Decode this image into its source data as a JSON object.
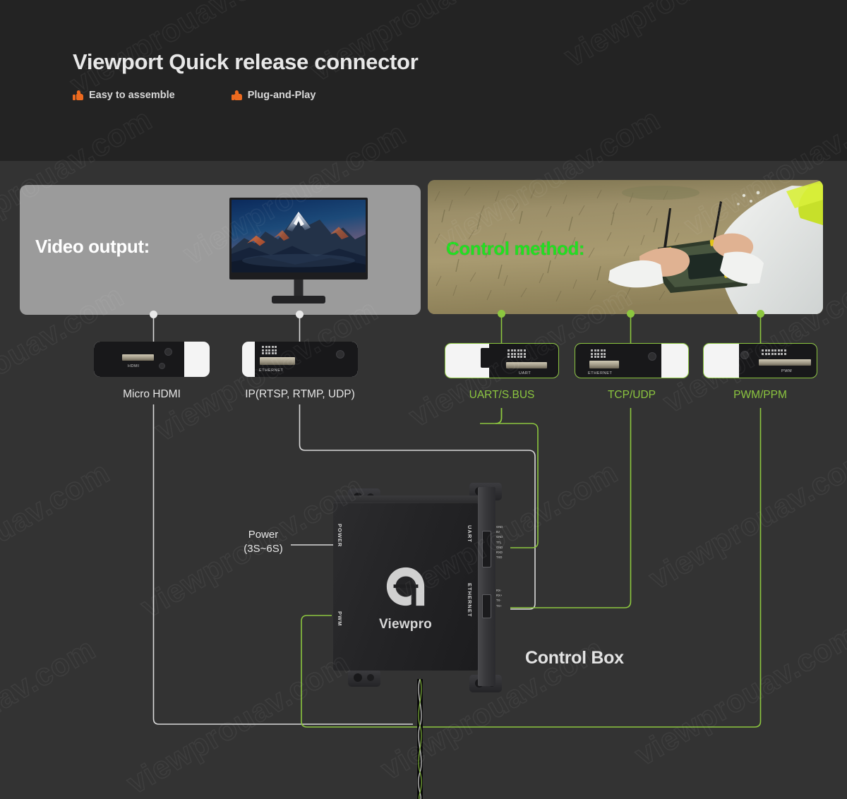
{
  "header": {
    "title": "Viewport Quick release connector",
    "features": [
      {
        "icon": "thumbs-up-icon",
        "label": "Easy to assemble"
      },
      {
        "icon": "thumbs-up-icon",
        "label": "Plug-and-Play"
      }
    ]
  },
  "panels": {
    "video": {
      "label": "Video output:",
      "label_color": "#ffffff",
      "bg_color": "#9b9b9b"
    },
    "control": {
      "label": "Control method:",
      "label_color": "#21e021"
    }
  },
  "modules": [
    {
      "id": "micro-hdmi",
      "label": "Micro HDMI",
      "label_color": "#e6e6e6",
      "port_text": "HDMI",
      "accent": "white"
    },
    {
      "id": "ip-video",
      "label": "IP(RTSP, RTMP, UDP)",
      "label_color": "#e6e6e6",
      "port_text": "ETHERNET",
      "accent": "white"
    },
    {
      "id": "uart-sbus",
      "label": "UART/S.BUS",
      "label_color": "#8CC63F",
      "port_text": "UART",
      "accent": "green"
    },
    {
      "id": "tcp-udp",
      "label": "TCP/UDP",
      "label_color": "#8CC63F",
      "port_text": "ETHERNET",
      "accent": "green"
    },
    {
      "id": "pwm-ppm",
      "label": "PWM/PPM",
      "label_color": "#8CC63F",
      "port_text": "PWM",
      "accent": "green"
    }
  ],
  "control_box": {
    "title": "Control Box",
    "brand": "Viewpro",
    "power_label_line1": "Power",
    "power_label_line2": "(3S~6S)",
    "ports": {
      "power": "POWER",
      "pwm": "PWM",
      "uart": "UART",
      "ethernet": "ETHERNET"
    },
    "uart_pins": [
      "GND",
      "5V",
      "GND",
      "TTL",
      "GND",
      "RXD",
      "TXD"
    ],
    "ethernet_pins": [
      "RX-",
      "RX+",
      "TX-",
      "TX+"
    ]
  },
  "colors": {
    "background": "#333333",
    "header_background": "#232323",
    "accent_green": "#8CC63F",
    "accent_orange": "#ED6A1F",
    "wire_white": "#d9d9d9",
    "bright_green": "#21e021"
  },
  "watermark": {
    "text": "viewprouav.com"
  }
}
